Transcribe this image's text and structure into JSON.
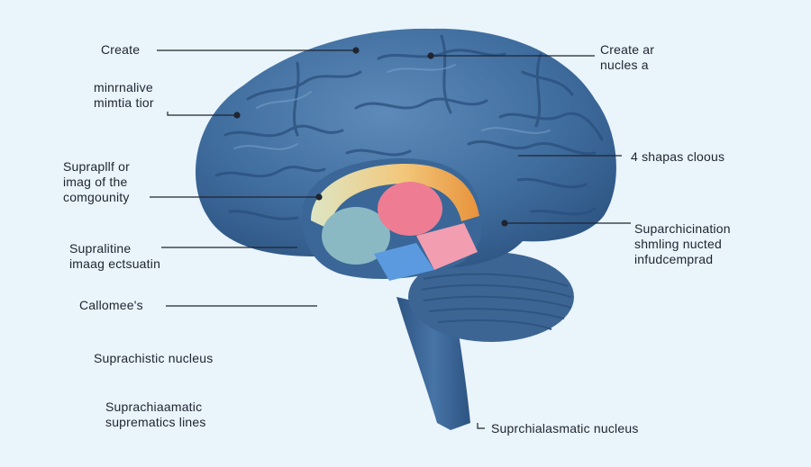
{
  "colors": {
    "background": "#e9f4fb",
    "brain_base": "#3f6d9e",
    "brain_dark": "#2d5482",
    "brain_light": "#5d8ab8",
    "cerebellum": "#3c6593",
    "stem": "#355f8d",
    "accent_orange": "#e8923a",
    "accent_pink": "#ee7d93",
    "accent_blue": "#5c9ae0",
    "accent_teal": "#8ab9c4",
    "line": "#1f2430"
  },
  "labels": {
    "l1": [
      "Create"
    ],
    "l2": [
      "minrnalive",
      "mimtia tior"
    ],
    "l3": [
      "Suprapllf or",
      "imag of the",
      "comgounity"
    ],
    "l4": [
      "Supralitine",
      "imaag ectsuatin"
    ],
    "l5": [
      "Callomee's"
    ],
    "l6": [
      "Suprachistic nucleus"
    ],
    "l7": [
      "Suprachiaamatic",
      "suprematics lines"
    ],
    "r1": [
      "Create ar",
      "nucles a"
    ],
    "r2": [
      "4 shapas cloous"
    ],
    "r3": [
      "Suparchicination",
      "shmling nucted",
      "infudcemprad"
    ],
    "b1": [
      "Suprchialasmatic nucleus"
    ]
  }
}
